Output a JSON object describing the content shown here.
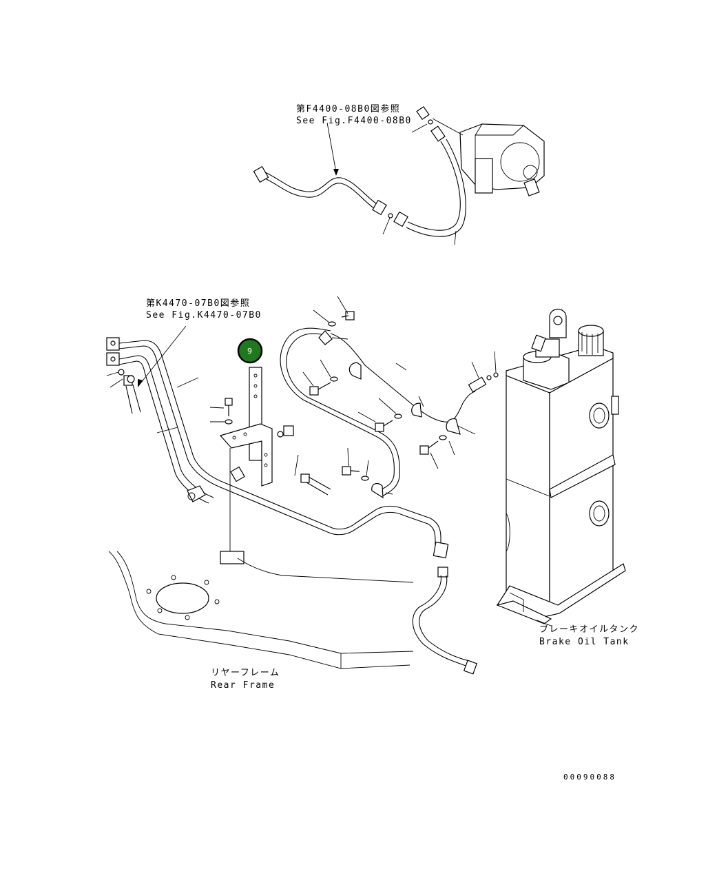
{
  "labels": {
    "ref_f4400_jp": "第F4400-08B0図参照",
    "ref_f4400_en": "See Fig.F4400-08B0",
    "ref_k4470_jp": "第K4470-07B0図参照",
    "ref_k4470_en": "See Fig.K4470-07B0",
    "tank_jp": "ブレーキオイルタンク",
    "tank_en": "Brake Oil Tank",
    "frame_jp": "リヤーフレーム",
    "frame_en": "Rear Frame",
    "drawing_code": "00090088"
  },
  "callout": {
    "number": "9"
  },
  "colors": {
    "callout_fill": "#1f7a1f",
    "line": "#000000",
    "background": "#ffffff"
  }
}
